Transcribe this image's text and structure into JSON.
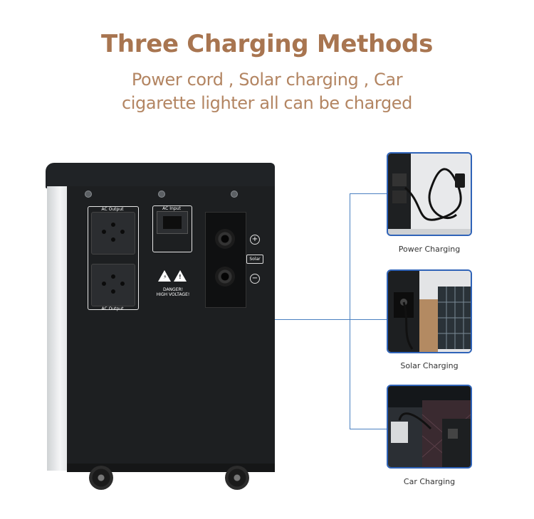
{
  "header": {
    "title": "Three Charging Methods",
    "subtitle_line1": "Power cord , Solar charging , Car",
    "subtitle_line2": "cigarette lighter all can be charged"
  },
  "device": {
    "ac_output_top_label": "AC Output",
    "ac_output_bottom_label": "AC Output",
    "ac_input_label": "AC Input",
    "warning_line1": "DANGER!",
    "warning_line2": "HIGH VOLTAGE!",
    "solar_label": "Solar",
    "plus_symbol": "+",
    "minus_symbol": "−"
  },
  "methods": [
    {
      "caption": "Power Charging"
    },
    {
      "caption": "Solar Charging"
    },
    {
      "caption": "Car Charging"
    }
  ],
  "colors": {
    "title": "#a87550",
    "subtitle": "#b38562",
    "thumbnail_border": "#2f63b8",
    "connector_line": "#4a80c0",
    "device_body": "#1d1f21"
  }
}
